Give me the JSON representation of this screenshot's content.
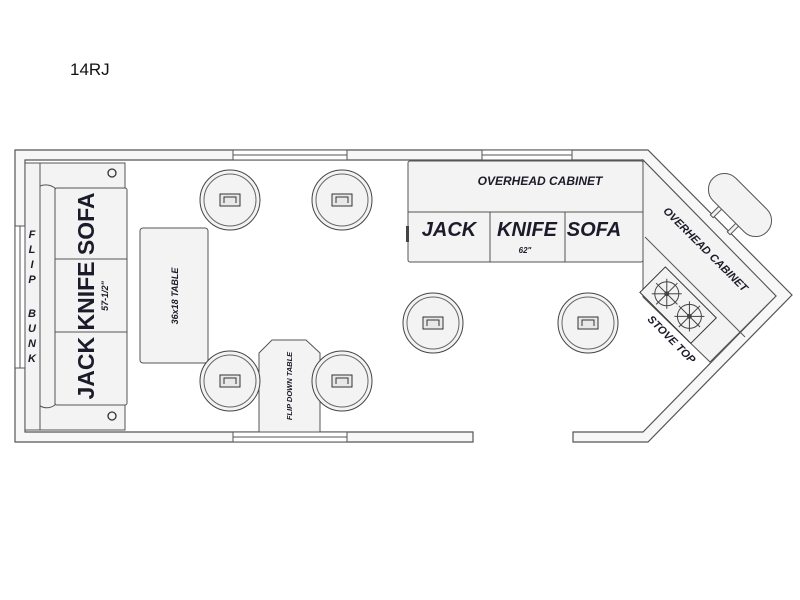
{
  "title": "14RJ",
  "labels": {
    "flip_bunk": [
      "F",
      "L",
      "I",
      "P",
      "B",
      "U",
      "N",
      "K"
    ],
    "left_sofa": "JACK KNIFE SOFA",
    "left_sofa_size": "57-1/2\"",
    "table": "36x18 TABLE",
    "flip_down_table": "FLIP DOWN TABLE",
    "overhead_cabinet": "OVERHEAD CABINET",
    "right_sofa_words": [
      "JACK",
      "KNIFE",
      "SOFA"
    ],
    "right_sofa_size": "62\"",
    "angled_cabinet": "OVERHEAD CABINET",
    "stove_top": "STOVE TOP"
  }
}
